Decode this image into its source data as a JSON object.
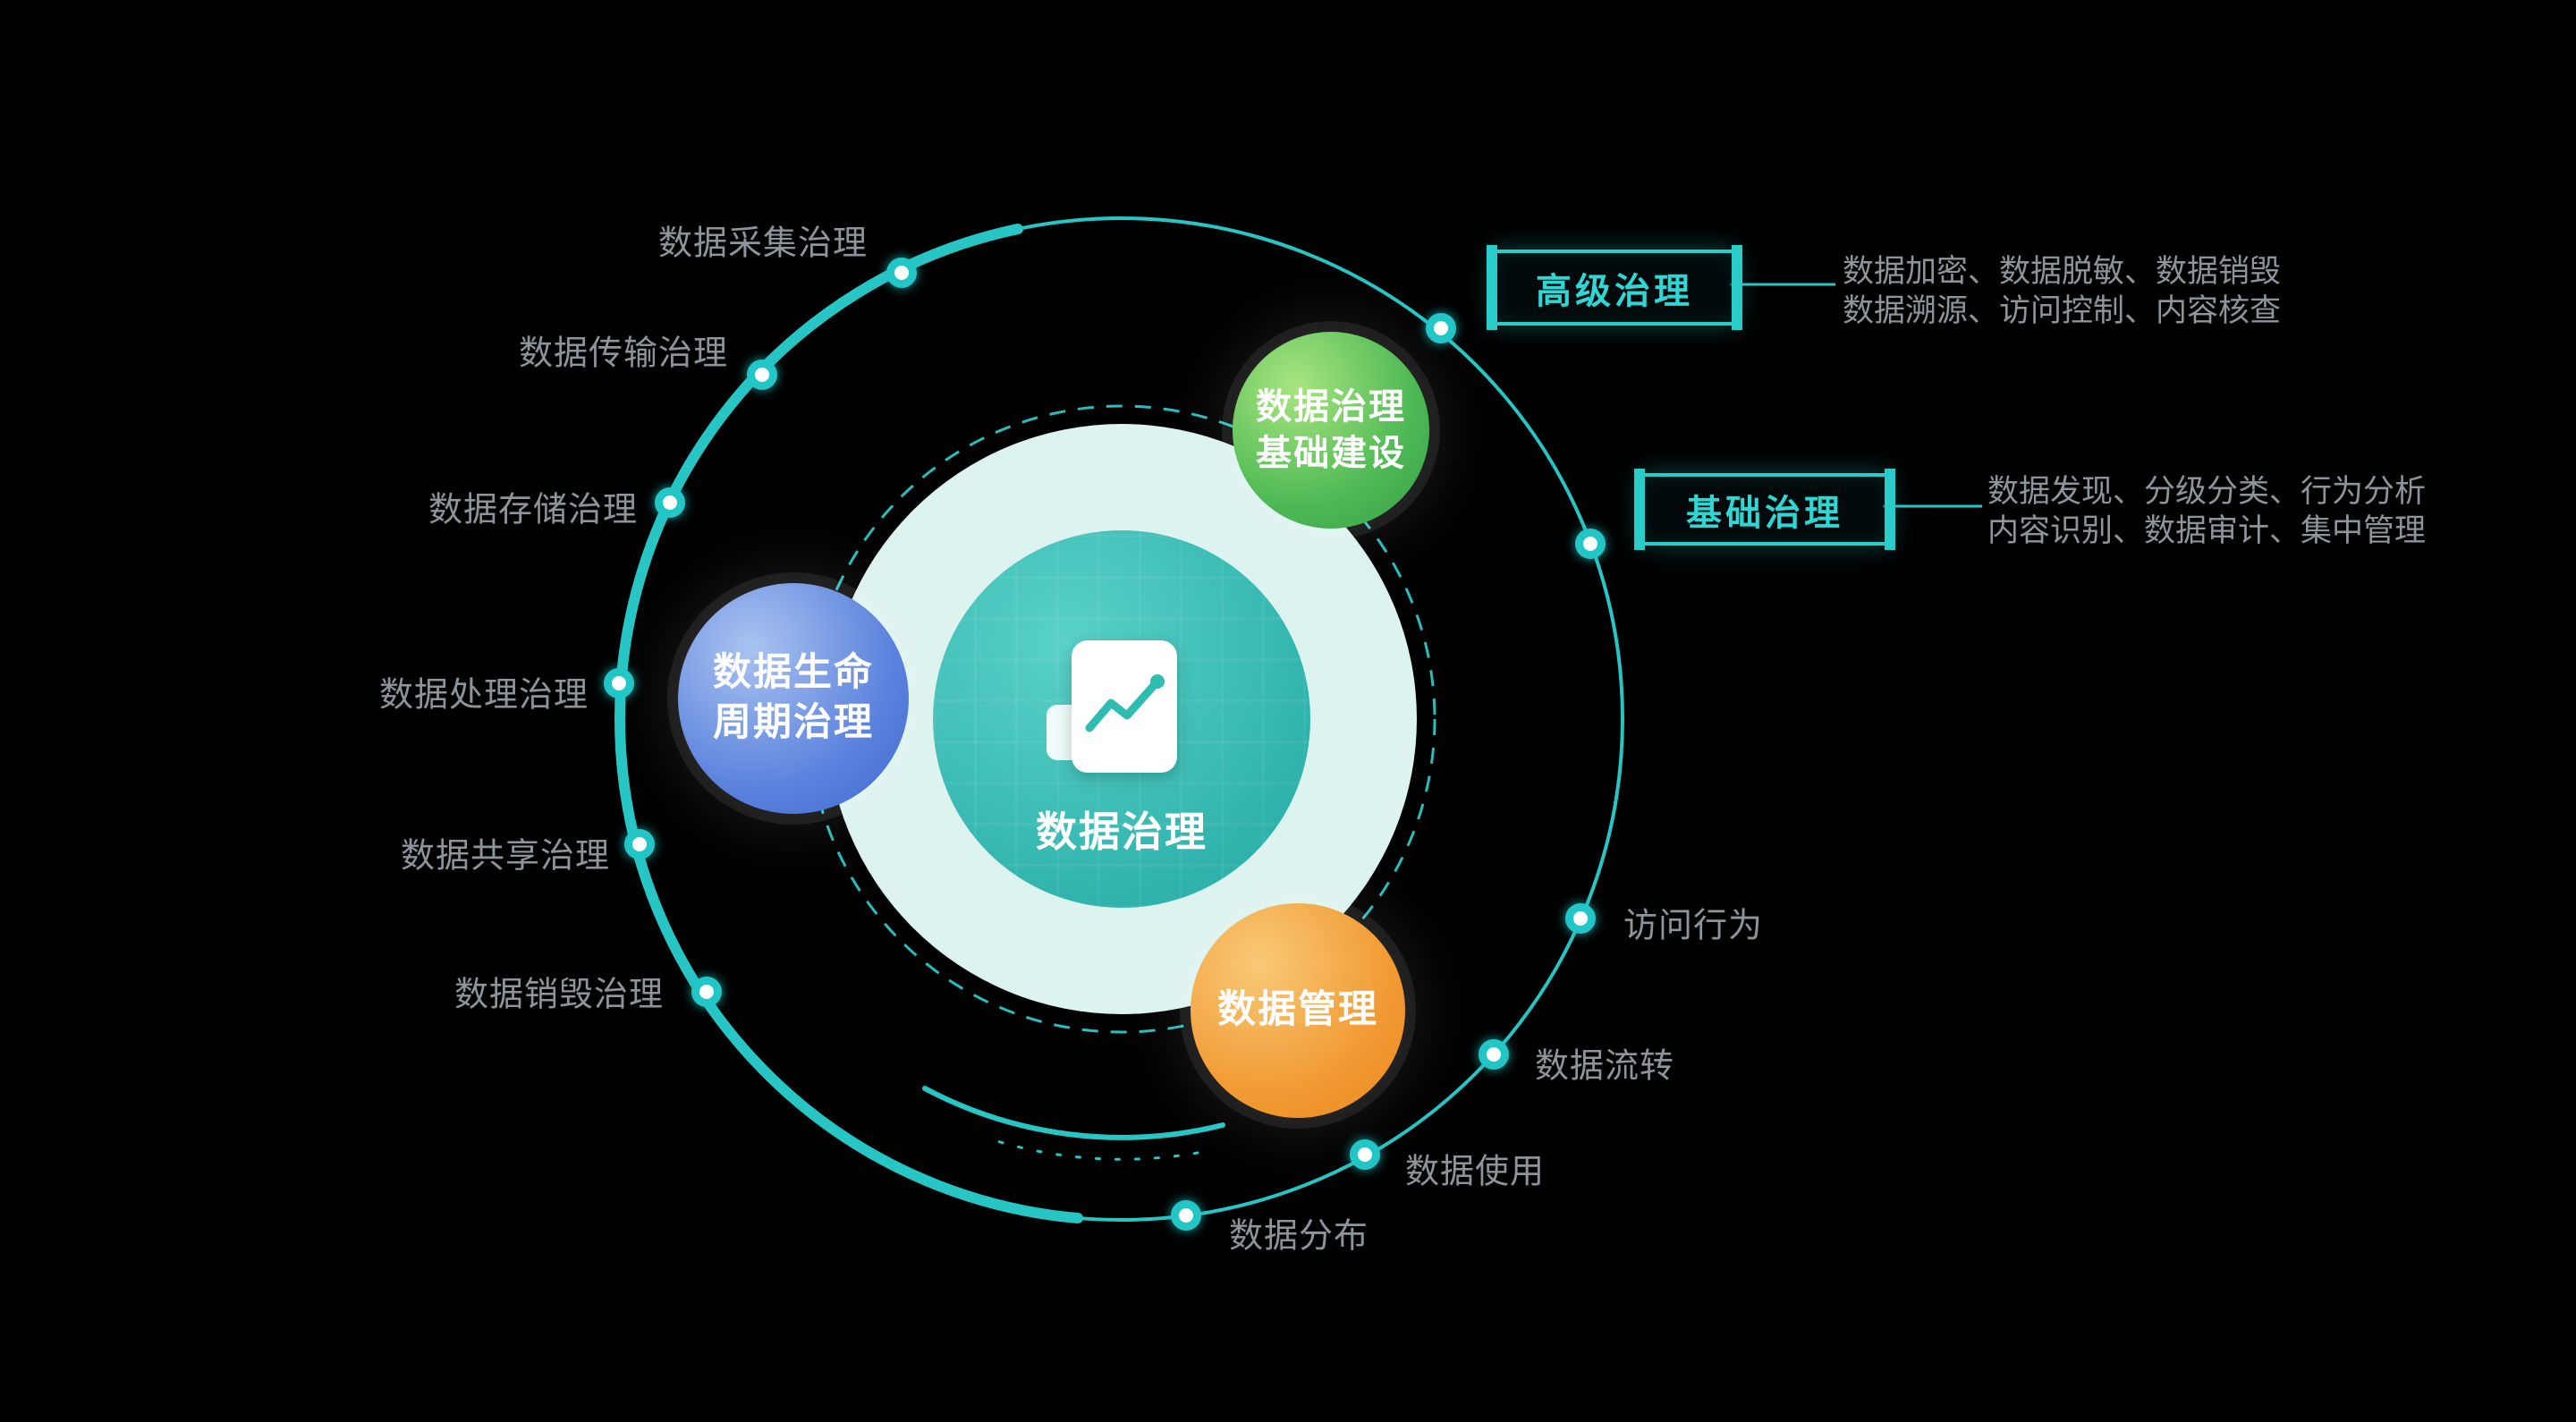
{
  "colors": {
    "ring": "#28c5c5",
    "accent": "#2fd6d4",
    "gray_text": "#8d949b",
    "pale_circle": "#dcf3f0",
    "teal_circle": "#30b3ad",
    "green_bubble": "#4cb854",
    "blue_bubble": "#4472d6",
    "orange_bubble": "#ee8d1f"
  },
  "center": {
    "label": "数据治理"
  },
  "bubbles": {
    "green": {
      "line1": "数据治理",
      "line2": "基础建设"
    },
    "blue": {
      "line1": "数据生命",
      "line2": "周期治理"
    },
    "orange": {
      "line1": "数据管理"
    }
  },
  "left_labels": {
    "caiji": "数据采集治理",
    "chuanshu": "数据传输治理",
    "cunchu": "数据存储治理",
    "chuli": "数据处理治理",
    "gongxiang": "数据共享治理",
    "xiaohui": "数据销毁治理"
  },
  "right_labels": {
    "fangwen": "访问行为",
    "liuzhuan": "数据流转",
    "shiyong": "数据使用",
    "fenbu": "数据分布"
  },
  "callouts": {
    "advanced": {
      "title": "高级治理",
      "desc1": "数据加密、数据脱敏、数据销毁",
      "desc2": "数据溯源、访问控制、内容核查"
    },
    "basic": {
      "title": "基础治理",
      "desc1": "数据发现、分级分类、行为分析",
      "desc2": "内容识别、数据审计、集中管理"
    }
  }
}
